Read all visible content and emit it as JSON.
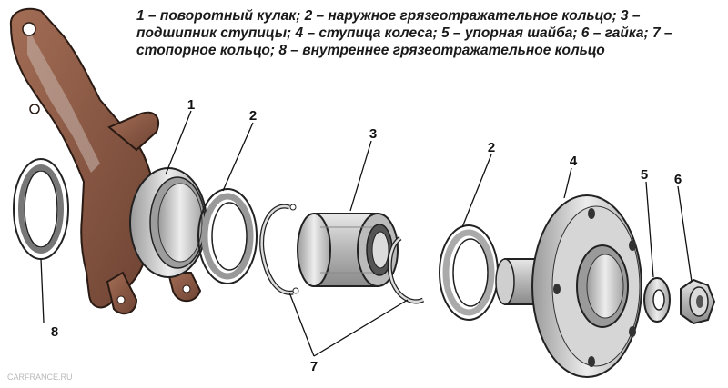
{
  "caption": "1 – поворотный кулак; 2 – наружное грязеотражательное кольцо; 3 – подшипник ступицы; 4 – ступица колеса; 5 – упорная шайба; 6 – гайка; 7 – стопорное кольцо; 8 – внутреннее грязеотражательное кольцо",
  "callouts": {
    "n1": "1",
    "n2a": "2",
    "n3": "3",
    "n2b": "2",
    "n4": "4",
    "n5": "5",
    "n6": "6",
    "n7": "7",
    "n8": "8"
  },
  "watermark": "CARFRANCE.RU",
  "colors": {
    "knuckle": "#8a5a45",
    "knuckle_shadow": "#6b4232",
    "steel": "#c9c9c9",
    "steel_dark": "#8c8c8c",
    "steel_light": "#ececec",
    "line": "#222222"
  }
}
